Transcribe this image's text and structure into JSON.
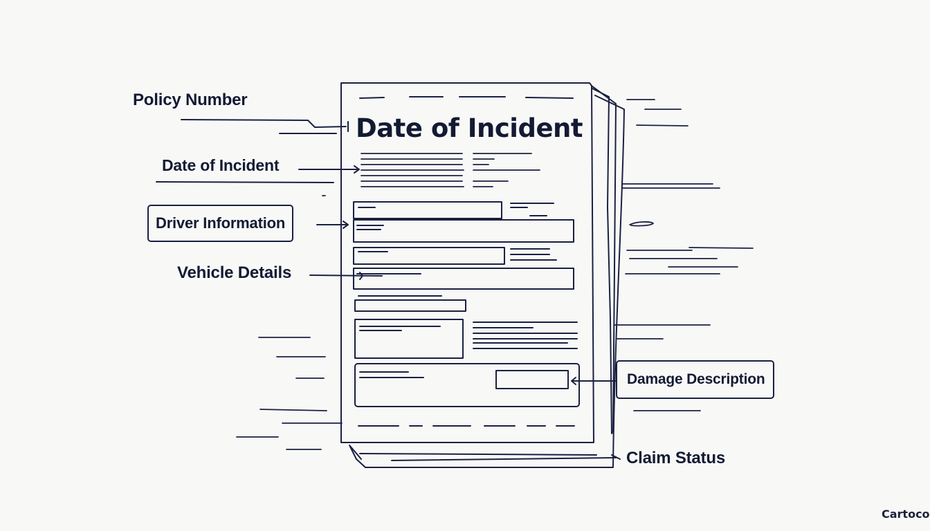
{
  "document": {
    "title": "Date of Incident"
  },
  "labels": {
    "policy_number": "Policy Number",
    "date_of_incident": "Date of Incident",
    "driver_information": "Driver Information",
    "vehicle_details": "Vehicle Details",
    "damage_description": "Damage Description",
    "claim_status": "Claim Status"
  },
  "watermark": "Cartoco",
  "colors": {
    "ink": "#1a2040",
    "text": "#131a33",
    "background": "#f8f8f7"
  }
}
